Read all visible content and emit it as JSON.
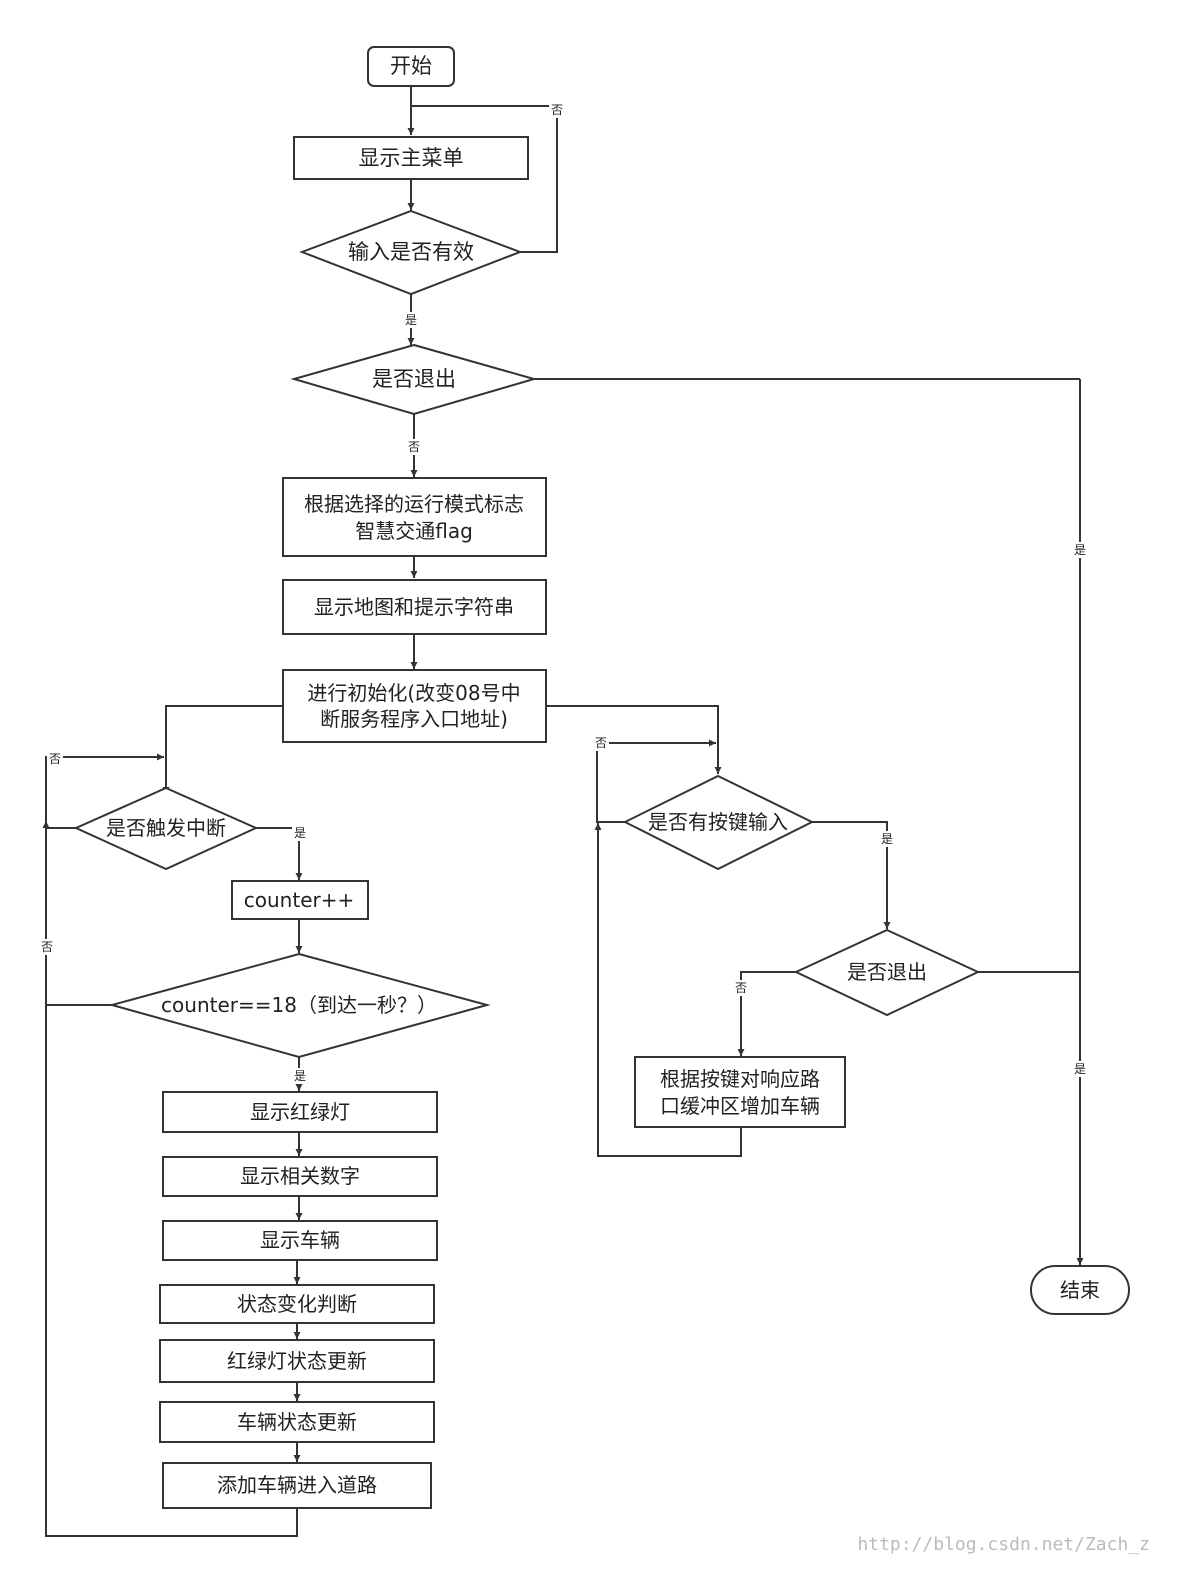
{
  "nodes": {
    "start": "开始",
    "show_main_menu": "显示主菜单",
    "input_valid": "输入是否有效",
    "exit_check_1": "是否退出",
    "set_flag_line1": "根据选择的运行模式标志",
    "set_flag_line2": "智慧交通flag",
    "show_map": "显示地图和提示字符串",
    "init_line1": "进行初始化(改变08号中",
    "init_line2": "断服务程序入口地址)",
    "interrupt_check": "是否触发中断",
    "counter_inc": "counter++",
    "counter_check": "counter==18（到达一秒？）",
    "show_lights": "显示红绿灯",
    "show_numbers": "显示相关数字",
    "show_vehicles": "显示车辆",
    "state_judge": "状态变化判断",
    "light_update": "红绿灯状态更新",
    "vehicle_update": "车辆状态更新",
    "add_vehicle": "添加车辆进入道路",
    "key_check": "是否有按键输入",
    "exit_check_2": "是否退出",
    "key_action_line1": "根据按键对响应路",
    "key_action_line2": "口缓冲区增加车辆",
    "end": "结束"
  },
  "edges": {
    "yes": "是",
    "no": "否"
  },
  "watermark": "http://blog.csdn.net/Zach_z"
}
